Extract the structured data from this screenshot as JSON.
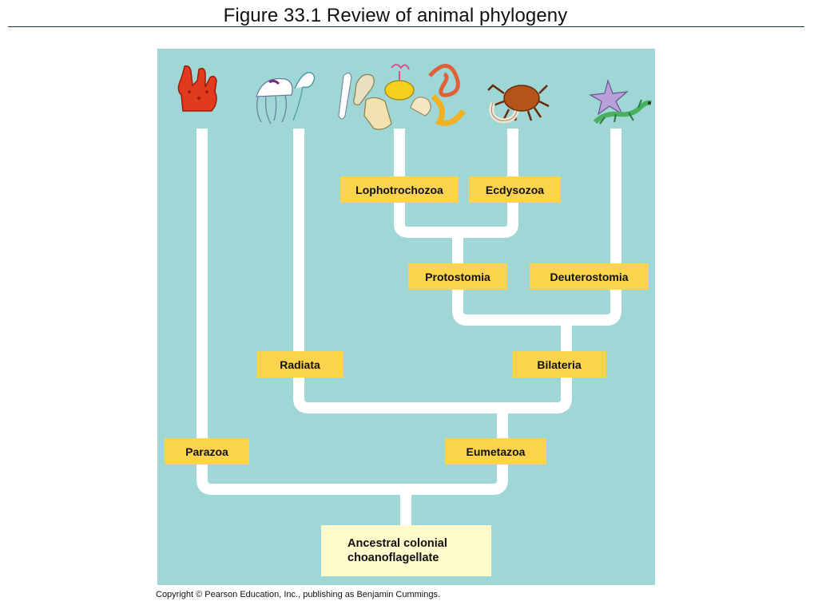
{
  "title": "Figure 33.1  Review of animal phylogeny",
  "copyright": "Copyright © Pearson Education, Inc., publishing as Benjamin Cummings.",
  "colors": {
    "panel_bg": "#9fd6d6",
    "branch": "#ffffff",
    "label_bg": "#fcd34d",
    "root_bg": "#fffbcc"
  },
  "labels": {
    "lophotrochozoa": "Lophotrochozoa",
    "ecdysozoa": "Ecdysozoa",
    "protostomia": "Protostomia",
    "deuterostomia": "Deuterostomia",
    "radiata": "Radiata",
    "bilateria": "Bilateria",
    "parazoa": "Parazoa",
    "eumetazoa": "Eumetazoa"
  },
  "root": {
    "line1": "Ancestral colonial",
    "line2": "choanoflagellate"
  },
  "organisms": [
    {
      "name": "sponge-icon"
    },
    {
      "name": "jellyfish-icon"
    },
    {
      "name": "lophotrochozoan-group-icon"
    },
    {
      "name": "crab-icon"
    },
    {
      "name": "sea-star-lizard-icon"
    }
  ]
}
